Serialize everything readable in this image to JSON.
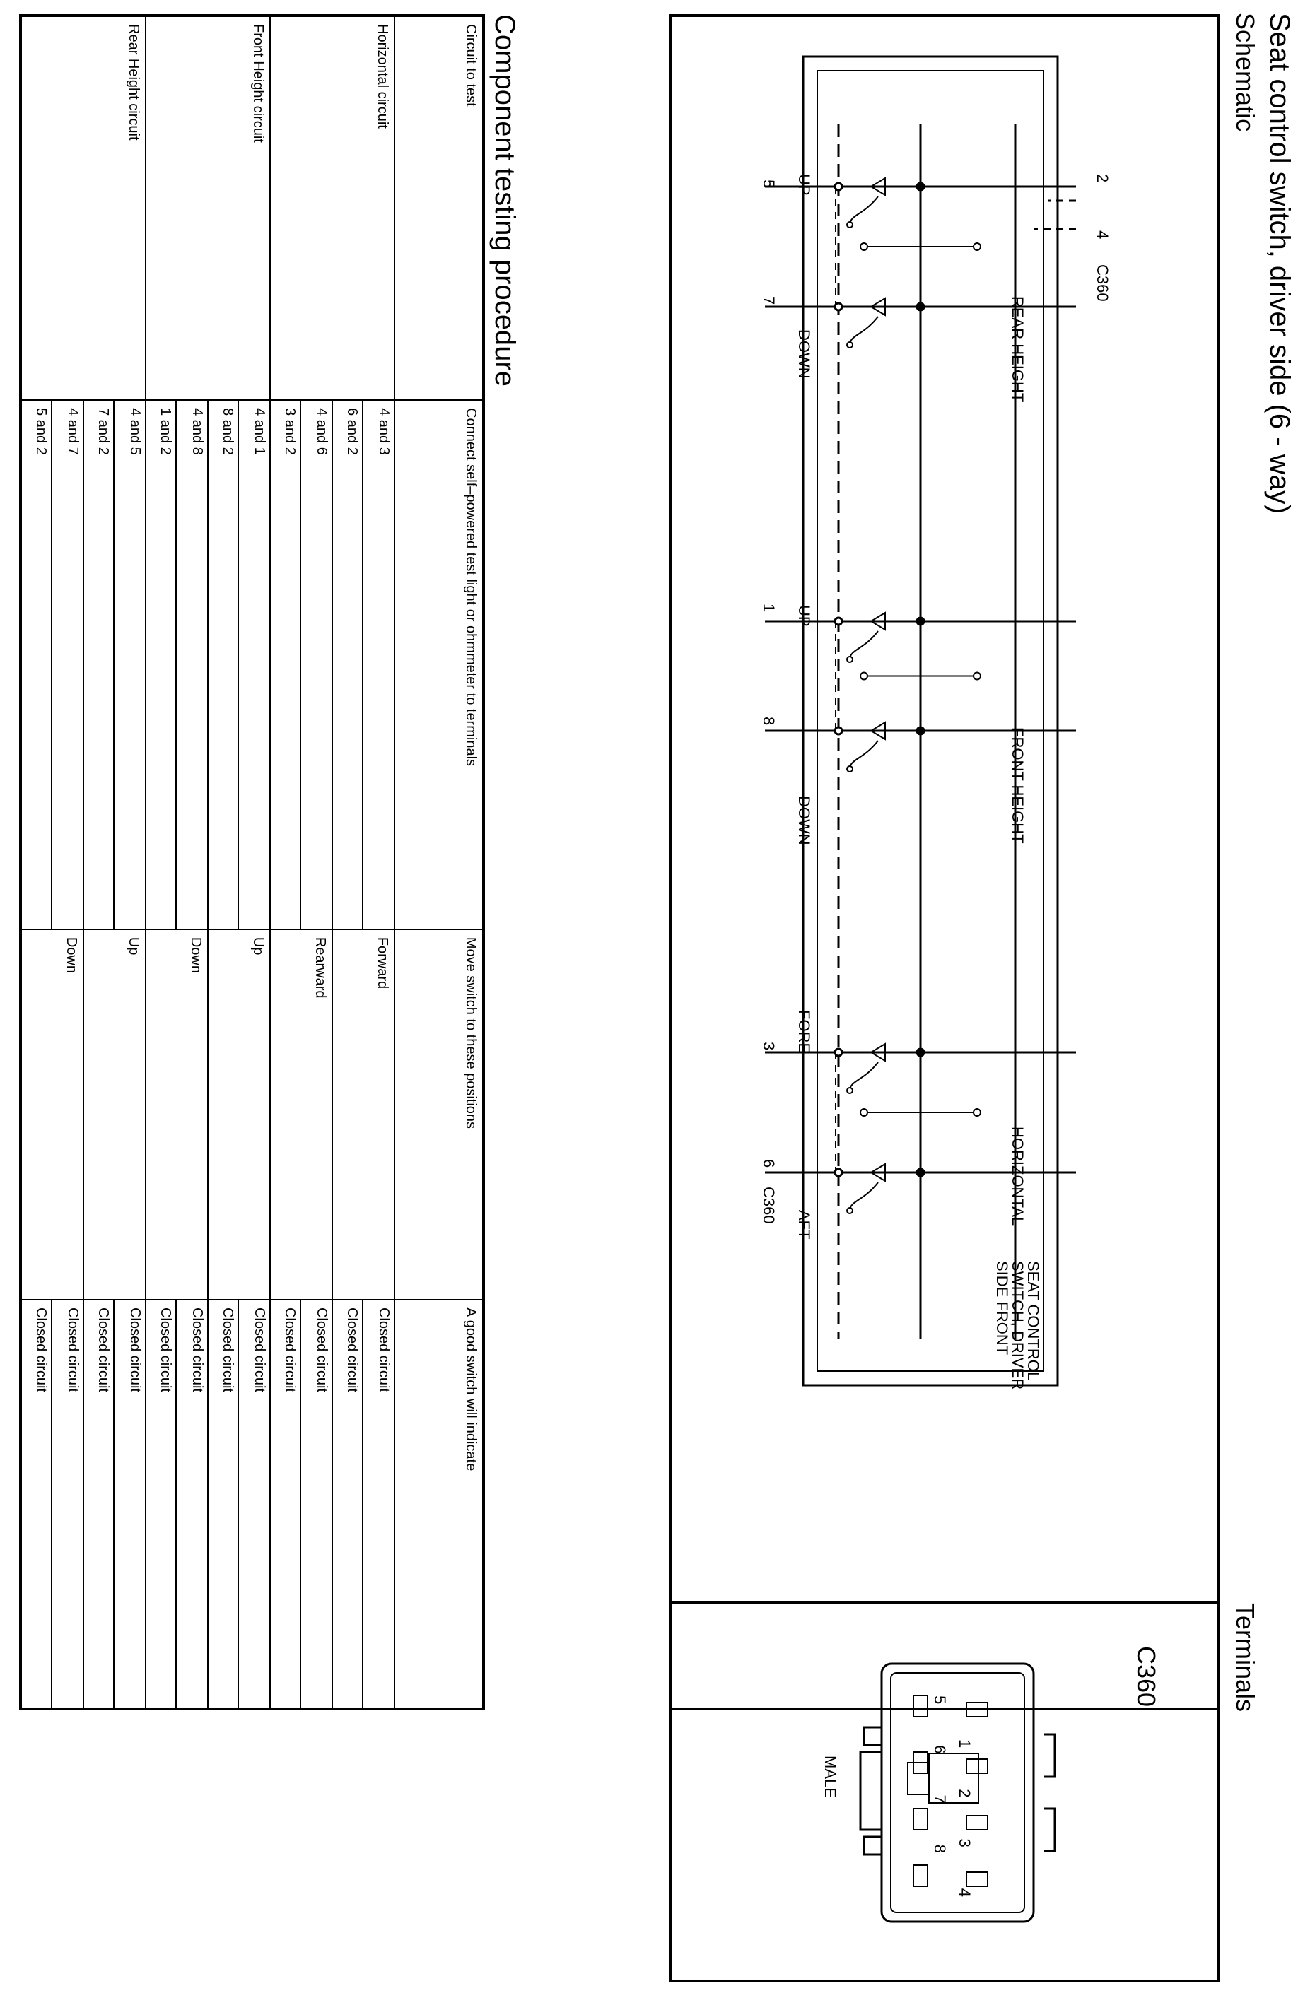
{
  "title": "Seat control switch, driver side (6 - way)",
  "schematic": {
    "heading": "Schematic",
    "connector": "C360",
    "switch_name": [
      "SEAT CONTROL",
      "SWITCH, DRIVER",
      "SIDE FRONT"
    ],
    "sections": {
      "rear": "REAR HEIGHT",
      "front": "FRONT HEIGHT",
      "horizontal": "HORIZONTAL"
    },
    "positions": {
      "rear_up": "UP",
      "rear_down": "DOWN",
      "front_up": "UP",
      "front_down": "DOWN",
      "fore": "FORE",
      "aft": "AFT"
    },
    "pins": {
      "p5": "5",
      "p7": "7",
      "p1": "1",
      "p8": "8",
      "p3": "3",
      "p6": "6",
      "p2": "2",
      "p4": "4"
    }
  },
  "terminals": {
    "heading": "Terminals",
    "connector": "C360",
    "gender": "MALE",
    "pins_top": [
      "1",
      "2",
      "3",
      "4"
    ],
    "pins_bottom": [
      "5",
      "6",
      "7",
      "8"
    ]
  },
  "procedure": {
    "heading": "Component testing procedure",
    "columns": [
      "Circuit to test",
      "Connect self–powered test light or ohmmeter to terminals",
      "Move switch to these positions",
      "A good switch will indicate"
    ],
    "groups": [
      {
        "circuit": "Horizontal circuit",
        "rows": [
          {
            "terminals": [
              "4 and 3",
              "6 and 2"
            ],
            "position": "Forward",
            "results": [
              "Closed circuit",
              "Closed circuit"
            ]
          },
          {
            "terminals": [
              "4 and 6",
              "3 and 2"
            ],
            "position": "Rearward",
            "results": [
              "Closed circuit",
              "Closed circuit"
            ]
          }
        ]
      },
      {
        "circuit": "Front Height circuit",
        "rows": [
          {
            "terminals": [
              "4 and 1",
              "8 and 2"
            ],
            "position": "Up",
            "results": [
              "Closed circuit",
              "Closed circuit"
            ]
          },
          {
            "terminals": [
              "4 and 8",
              "1 and 2"
            ],
            "position": "Down",
            "results": [
              "Closed circuit",
              "Closed circuit"
            ]
          }
        ]
      },
      {
        "circuit": "Rear Height circuit",
        "rows": [
          {
            "terminals": [
              "4 and 5",
              "7 and 2"
            ],
            "position": "Up",
            "results": [
              "Closed circuit",
              "Closed circuit"
            ]
          },
          {
            "terminals": [
              "4 and 7",
              "5 and 2"
            ],
            "position": "Down",
            "results": [
              "Closed circuit",
              "Closed circuit"
            ]
          }
        ]
      }
    ]
  }
}
